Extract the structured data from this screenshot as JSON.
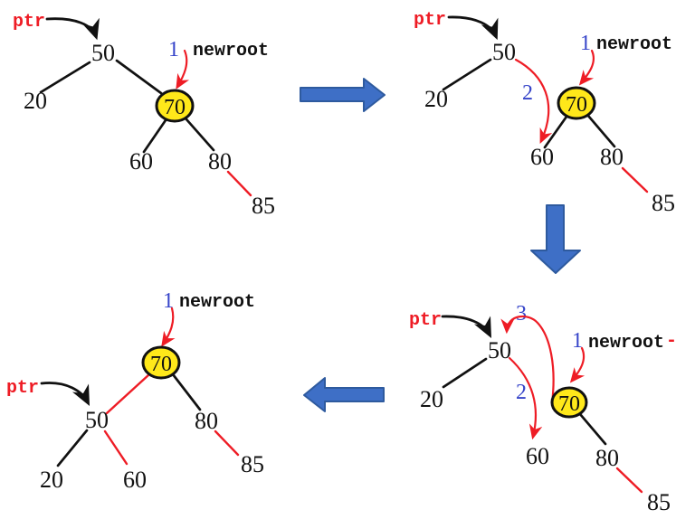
{
  "labels": {
    "ptr": "ptr",
    "newroot": "newroot",
    "dash": "-",
    "step1": "1",
    "step2": "2",
    "step3": "3"
  },
  "nodes": {
    "n20": "20",
    "n50": "50",
    "n60": "60",
    "n70": "70",
    "n80": "80",
    "n85": "85"
  },
  "colors": {
    "red": "#ee1c25",
    "blue": "#3644c9",
    "ink": "#111111",
    "arrow-fill": "#3e6fc6",
    "arrow-stroke": "#2e5a9e",
    "node-fill": "#ffe81a"
  }
}
